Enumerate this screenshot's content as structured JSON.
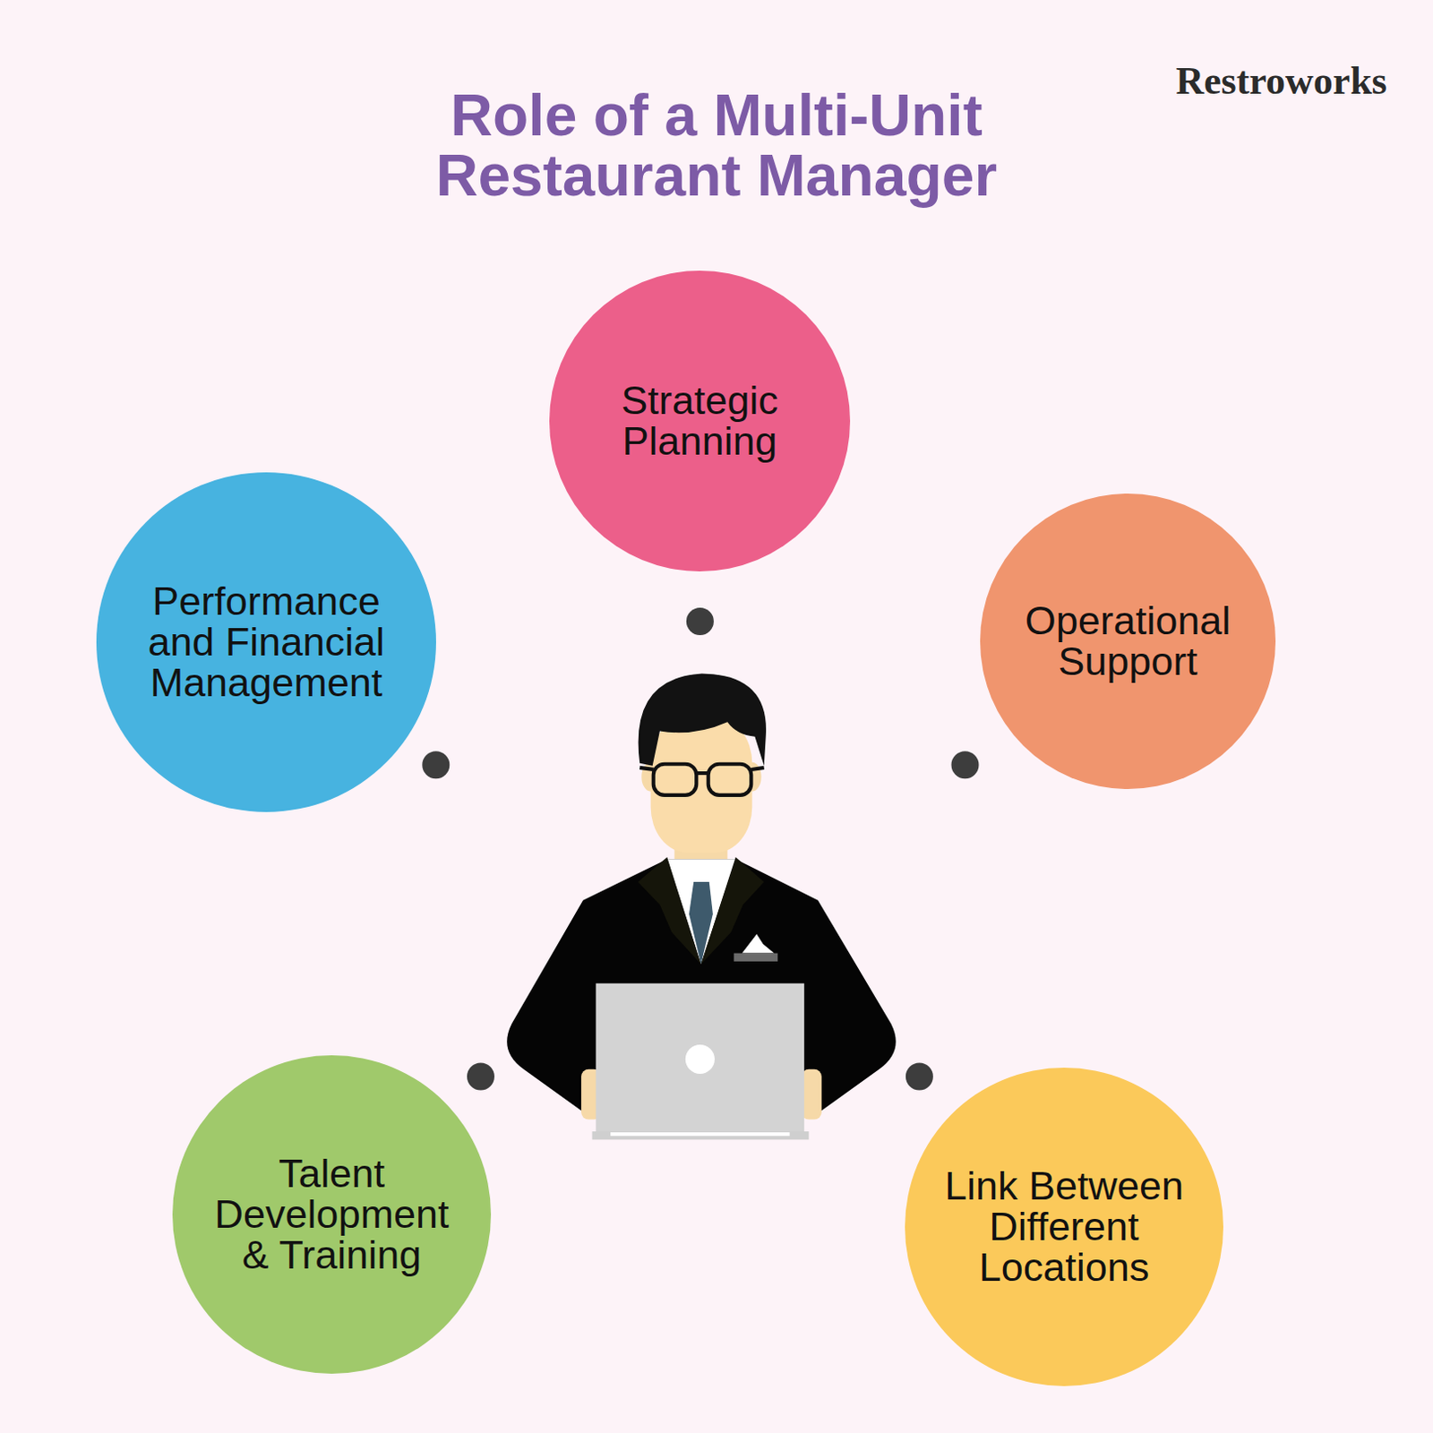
{
  "diagram": {
    "title": "Role of a Multi-Unit Restaurant Manager",
    "nodes": [
      {
        "text": [
          "Strategic Planning"
        ]
      },
      {
        "text": [
          "Performance and Financial Management"
        ]
      },
      {
        "text": [
          "Operational Support"
        ]
      },
      {
        "text": [
          "Talent Development & Training"
        ]
      },
      {
        "text": [
          "Link Between Different Locations"
        ]
      }
    ],
    "labels": [
      "Restroworks"
    ]
  }
}
